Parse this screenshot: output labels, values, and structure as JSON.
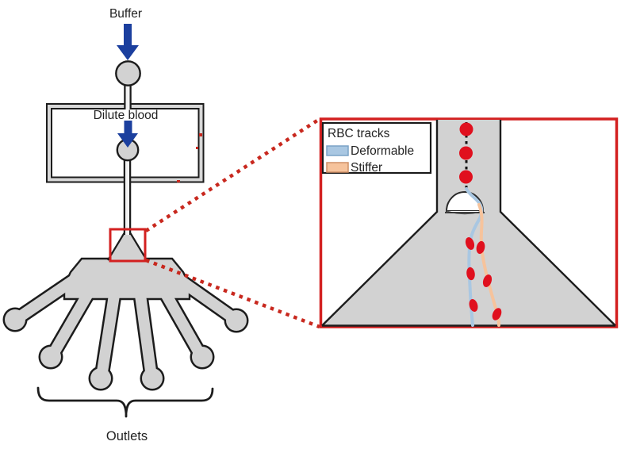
{
  "diagram": {
    "device": {
      "buffer_label": "Buffer",
      "dilute_blood_label": "Dilute blood",
      "outlets_label": "Outlets",
      "outlet_count": 6
    },
    "inset": {
      "legend": {
        "title": "RBC tracks",
        "items": [
          {
            "label": "Deformable",
            "color": "#a9c7e2",
            "border": "#7aa2c6"
          },
          {
            "label": "Stiffer",
            "color": "#f6c39c",
            "border": "#cf9066"
          }
        ]
      },
      "rbc_in_channel": 3,
      "rbc_on_deformable_track": 3,
      "rbc_on_stiffer_track": 3
    },
    "colors": {
      "arrow_blue": "#1b3f9e",
      "highlight_red": "#d32020",
      "device_gray": "#d2d2d2",
      "rbc_red": "#e0101e",
      "track_deformable": "#a9c7e2",
      "track_stiffer": "#f6c39c",
      "outline_black": "#1c1c1c"
    }
  }
}
